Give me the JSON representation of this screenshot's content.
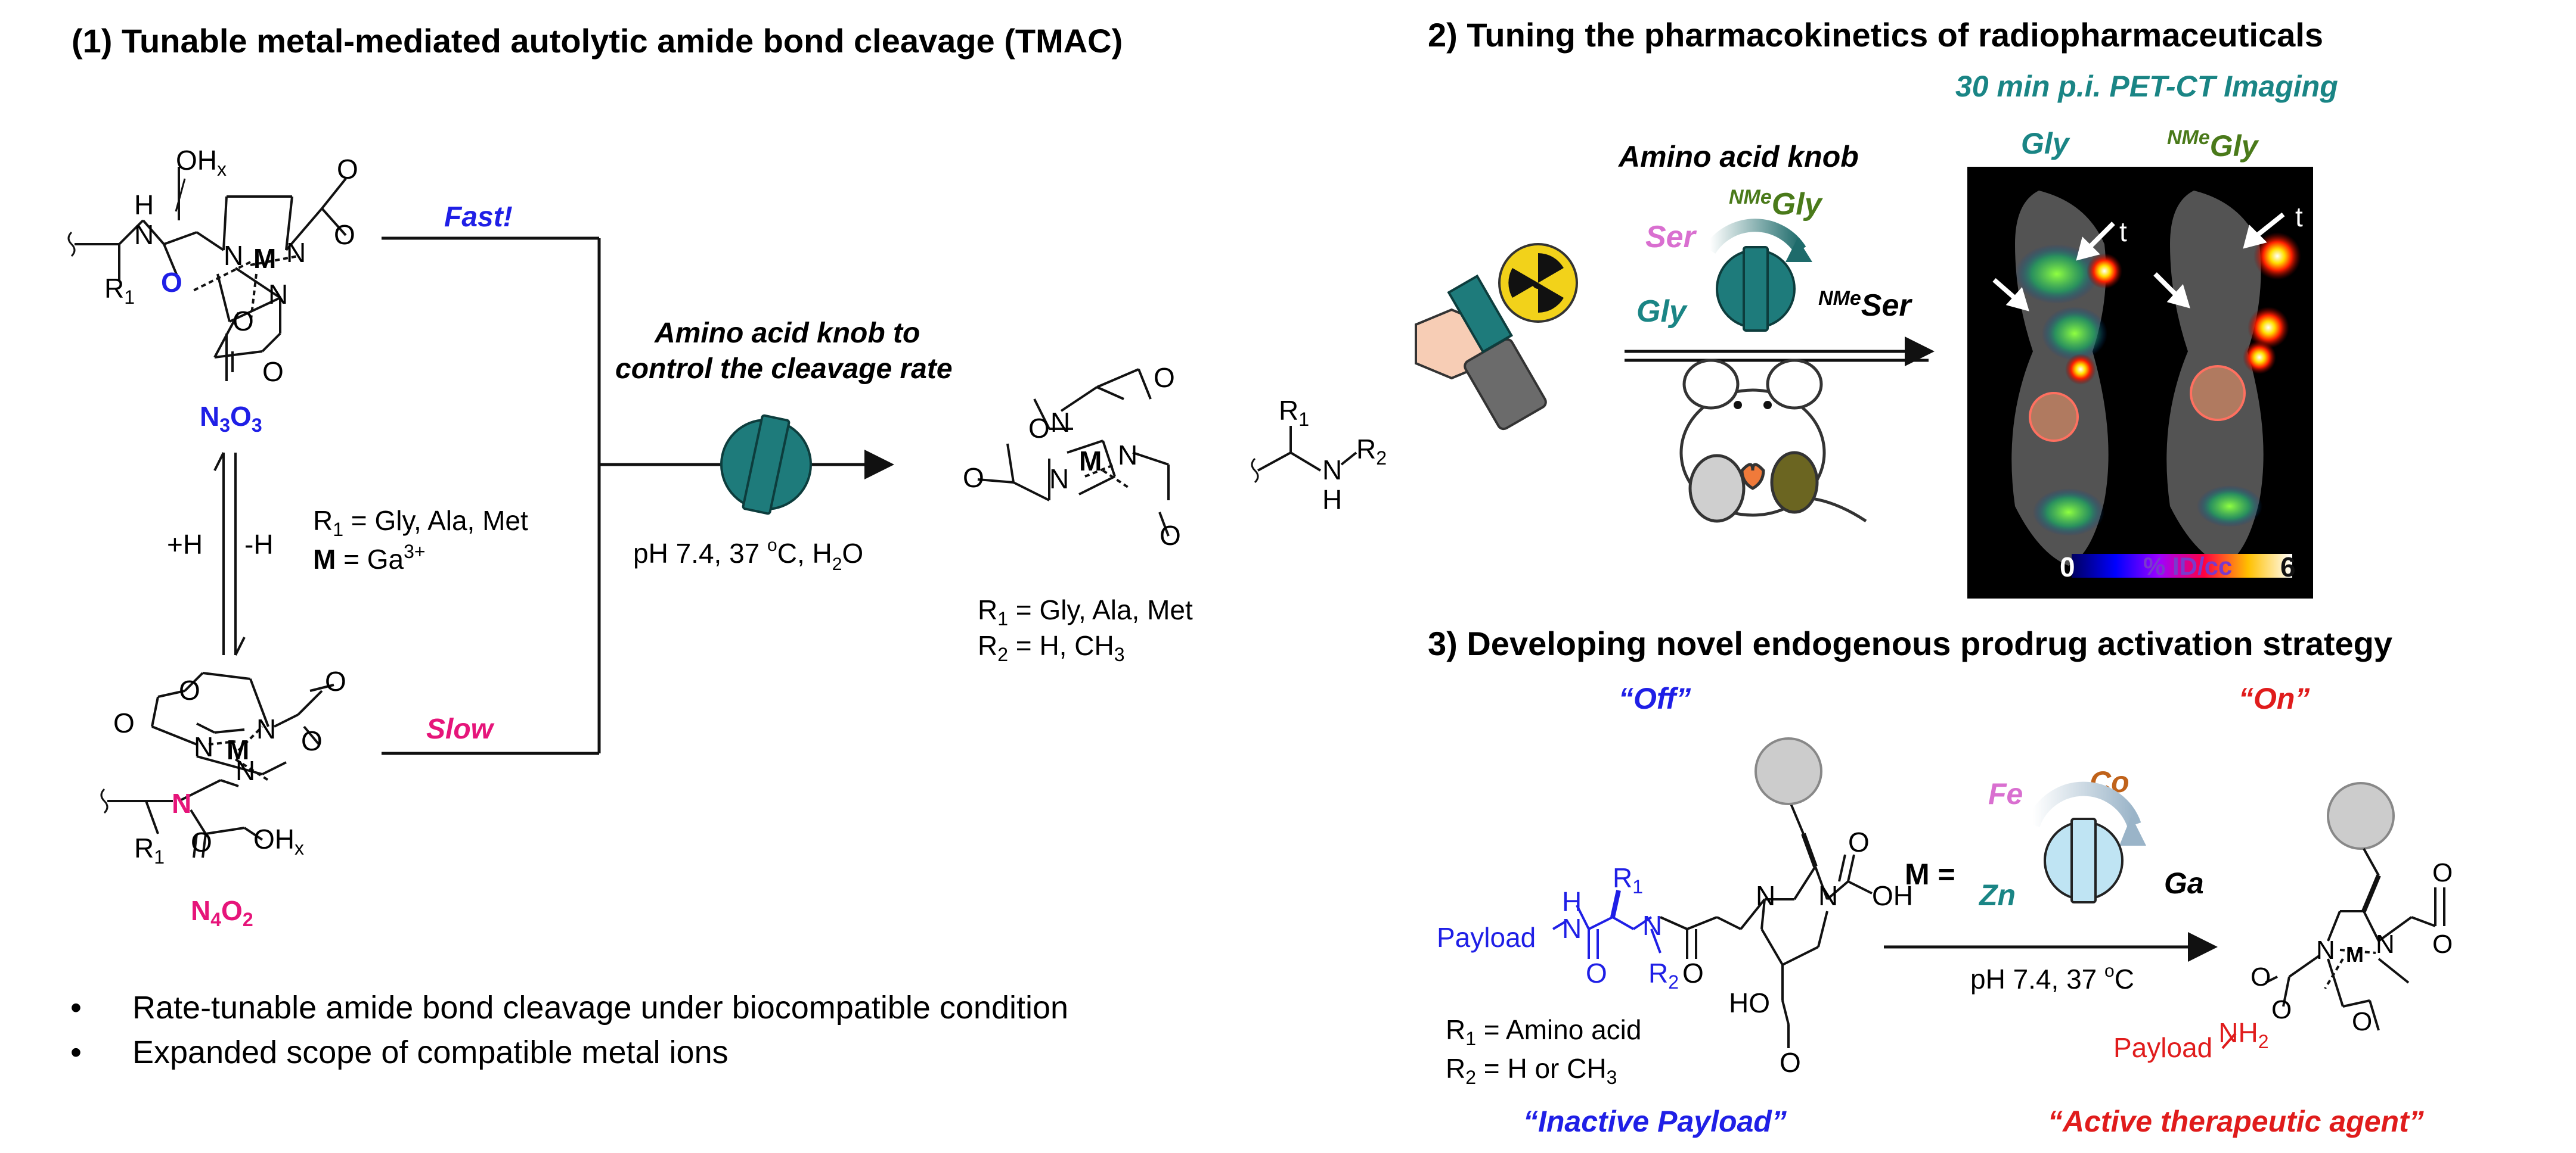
{
  "panel1": {
    "title": "(1) Tunable metal-mediated autolytic amide bond cleavage  (TMAC)",
    "top_complex": {
      "OH": "OH",
      "OH_sub": "x",
      "H": "H",
      "N": "N",
      "R1": "R",
      "R1_sub": "1",
      "O_blue": "O",
      "N_left": "N",
      "M": "M",
      "N_right": "N",
      "N_bottom": "N",
      "O1": "O",
      "O2": "O",
      "O3": "O",
      "O4": "O",
      "label_main": "N",
      "label_sub1": "3",
      "label_mid": "O",
      "label_sub2": "3"
    },
    "bottom_complex": {
      "O1": "O",
      "O2": "O",
      "O3": "O",
      "O4": "O",
      "O5": "O",
      "N_left": "N",
      "M": "M",
      "N_right": "N",
      "N_mid": "N",
      "N_pink": "N",
      "R1": "R",
      "R1_sub": "1",
      "OH": "OH",
      "OH_sub": "x",
      "label_main": "N",
      "label_sub1": "4",
      "label_mid": "O",
      "label_sub2": "2"
    },
    "equilibrium": {
      "plus_h": "+H",
      "minus_h": "-H"
    },
    "conditions_r1": "R",
    "conditions_r1_sub": "1",
    "conditions_r1_text": " = Gly, Ala, Met",
    "conditions_m": "M",
    "conditions_m_text": "  = Ga",
    "conditions_m_sup": "3+",
    "fast": "Fast!",
    "slow": "Slow",
    "knob_title_1": "Amino acid knob to",
    "knob_title_2": "control the cleavage rate",
    "reaction_conditions_a": "pH 7.4, 37 ",
    "reaction_conditions_sup": "o",
    "reaction_conditions_b": "C, H",
    "reaction_conditions_sub": "2",
    "reaction_conditions_c": "O",
    "product_complex": {
      "O1": "O",
      "O2": "O",
      "O3": "O",
      "O4": "O",
      "N1": "N",
      "N2": "N",
      "N3": "N",
      "M": "M"
    },
    "amine": {
      "R1": "R",
      "R1_sub": "1",
      "N": "N",
      "R2": "R",
      "R2_sub": "2",
      "H": "H"
    },
    "product_r1": "R",
    "product_r1_sub": "1",
    "product_r1_text": " = Gly, Ala, Met",
    "product_r2": "R",
    "product_r2_sub": "2",
    "product_r2_text": " = H, CH",
    "product_r2_sub2": "3",
    "bullets": [
      "Rate-tunable amide bond cleavage under biocompatible condition",
      "Expanded scope of compatible metal ions"
    ],
    "bullet_symbol": "•"
  },
  "panel2": {
    "title": "2) Tuning the pharmacokinetics of radiopharmaceuticals",
    "imaging_label": "30 min p.i. PET-CT Imaging",
    "knob_label": "Amino acid knob",
    "ser": "Ser",
    "nme_sup": "NMe",
    "gly": "Gly",
    "nme_gly_sup": "NMe",
    "nme_gly": "Gly",
    "nme_ser_sup": "NMe",
    "nme_ser": "Ser",
    "img_gly": "Gly",
    "img_nme_sup": "NMe",
    "img_nme_gly": "Gly",
    "t1": "t",
    "t2": "t",
    "scale_min": "0",
    "scale_unit": "% ID/cc",
    "scale_max": "6"
  },
  "panel3": {
    "title": "3) Developing novel endogenous prodrug activation strategy",
    "off": "“Off”",
    "on": "“On”",
    "m_eq": "M =",
    "fe": "Fe",
    "co": "Co",
    "zn": "Zn",
    "ga": "Ga",
    "conditions_a": "pH 7.4, 37 ",
    "conditions_sup": "o",
    "conditions_b": "C",
    "prodrug": {
      "payload": "Payload",
      "NH": "H",
      "N1": "N",
      "O1": "O",
      "R1": "R",
      "R1_sub": "1",
      "N2": "N",
      "R2": "R",
      "R2_sub": "2",
      "O2": "O",
      "N3": "N",
      "N4": "N",
      "O3": "O",
      "OH1": "OH",
      "HO": "HO",
      "O4": "O"
    },
    "prodrug_r1": "R",
    "prodrug_r1_sub": "1",
    "prodrug_r1_text": " = Amino acid",
    "prodrug_r2": "R",
    "prodrug_r2_sub": "2",
    "prodrug_r2_text": " = H or CH",
    "prodrug_r2_sub2": "3",
    "inactive": "“Inactive Payload”",
    "product": {
      "N1": "N",
      "N2": "N",
      "M": "M",
      "O1": "O",
      "O2": "O",
      "O3": "O",
      "O4": "O",
      "O5": "O",
      "payload": "Payload",
      "NH2": "NH",
      "NH2_sub": "2"
    },
    "active": "“Active therapeutic agent”"
  },
  "colors": {
    "blue": "#1f1fe6",
    "magenta": "#e6157a",
    "teal": "#1a8585",
    "green_dark": "#4a7a1a",
    "pink_light": "#d96fd0",
    "red": "#e01c1c",
    "orange": "#c0621a",
    "knob_teal": "#1e7b7b",
    "knob_light": "#bfe4f3"
  }
}
